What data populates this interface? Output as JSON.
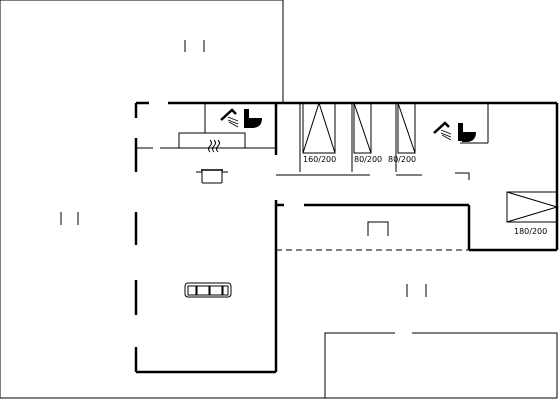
{
  "beds": [
    {
      "id": "bed-1",
      "label": "160/200"
    },
    {
      "id": "bed-2",
      "label": "80/200"
    },
    {
      "id": "bed-3",
      "label": "80/200"
    },
    {
      "id": "bed-4",
      "label": "180/200"
    }
  ],
  "icons": {
    "shower": "shower-icon",
    "toilet": "toilet-icon",
    "cooking_pot": "cooking-pot-icon",
    "sofa": "sofa-icon",
    "bed": "bed-icon",
    "fireplace": "fireplace-icon"
  },
  "colors": {
    "wall": "#000000",
    "outline": "#000000",
    "background": "#ffffff"
  }
}
